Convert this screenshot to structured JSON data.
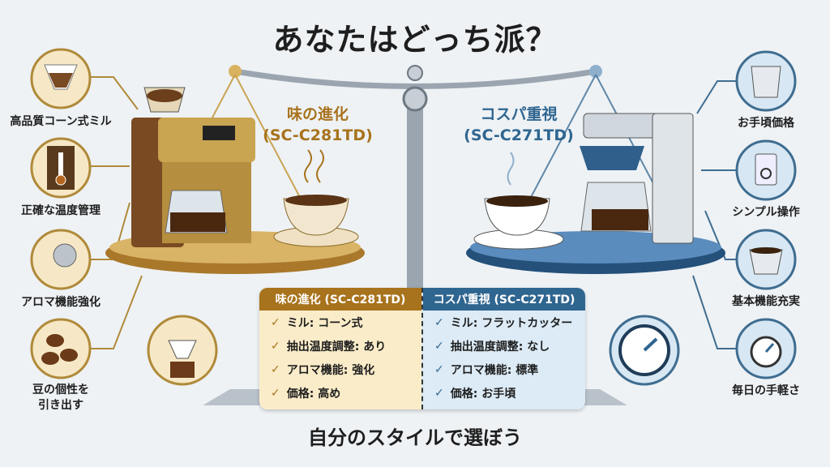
{
  "title": "あなたはどっち派？",
  "bottom_text": "自分のスタイルで選ぼう",
  "colors": {
    "gold": "#a8731d",
    "blue": "#2f6690"
  },
  "left": {
    "name": "味の進化",
    "model": "(SC-C281TD)",
    "features": [
      {
        "icon": "cone-mill-icon",
        "label": "高品質コーン式ミル"
      },
      {
        "icon": "thermometer-icon",
        "label": "正確な温度管理"
      },
      {
        "icon": "shower-head-icon",
        "label": "アロマ機能強化"
      },
      {
        "icon": "coffee-beans-icon",
        "label": "豆の個性を\n引き出す"
      }
    ]
  },
  "right": {
    "name": "コスパ重視",
    "model": "(SC-C271TD)",
    "features": [
      {
        "icon": "flat-cutter-icon",
        "label": "お手頃価格"
      },
      {
        "icon": "power-switch-icon",
        "label": "シンプル操作"
      },
      {
        "icon": "coffee-cup-icon",
        "label": "基本機能充実"
      },
      {
        "icon": "stopwatch-icon",
        "label": "毎日の手軽さ"
      }
    ]
  },
  "table": {
    "left": {
      "header": "味の進化 (SC-C281TD)",
      "rows": [
        "ミル: コーン式",
        "抽出温度調整: あり",
        "アロマ機能: 強化",
        "価格: 高め"
      ]
    },
    "right": {
      "header": "コスパ重視 (SC-C271TD)",
      "rows": [
        "ミル: フラットカッター",
        "抽出温度調整: なし",
        "アロマ機能: 標準",
        "価格: お手頃"
      ]
    },
    "check": "✓"
  }
}
